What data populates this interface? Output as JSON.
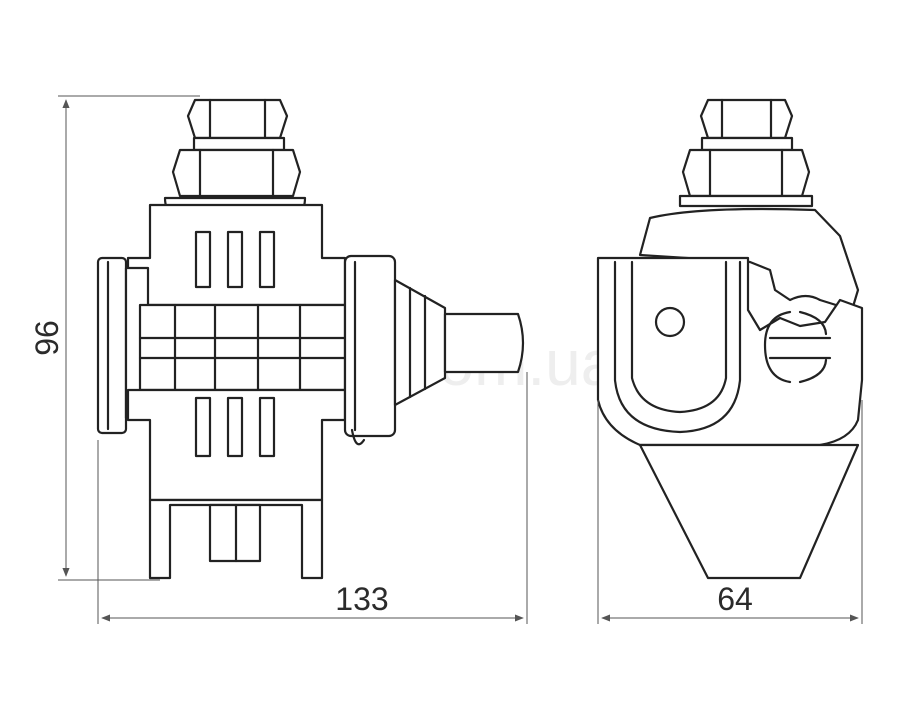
{
  "watermark": "DOS.com.ua",
  "dimensions": {
    "height": "96",
    "width_side": "133",
    "width_front": "64"
  },
  "colors": {
    "line": "#222222",
    "dimension_line": "#555555",
    "watermark": "#eeeeee",
    "background": "#ffffff"
  }
}
